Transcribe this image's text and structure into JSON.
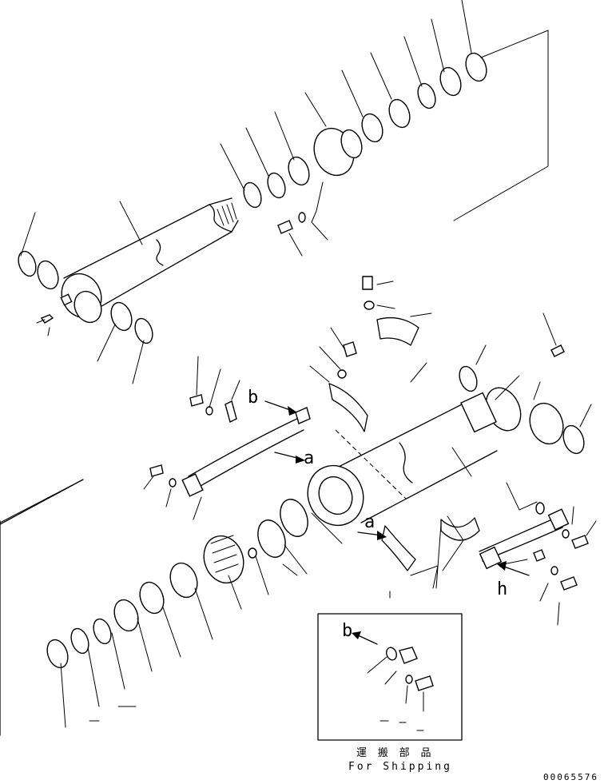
{
  "labels": {
    "a": "a",
    "b": "b",
    "h": "h"
  },
  "inset": {
    "caption_jp": "運 搬 部 品",
    "caption_en": "For Shipping"
  },
  "drawing_number": "00065576"
}
